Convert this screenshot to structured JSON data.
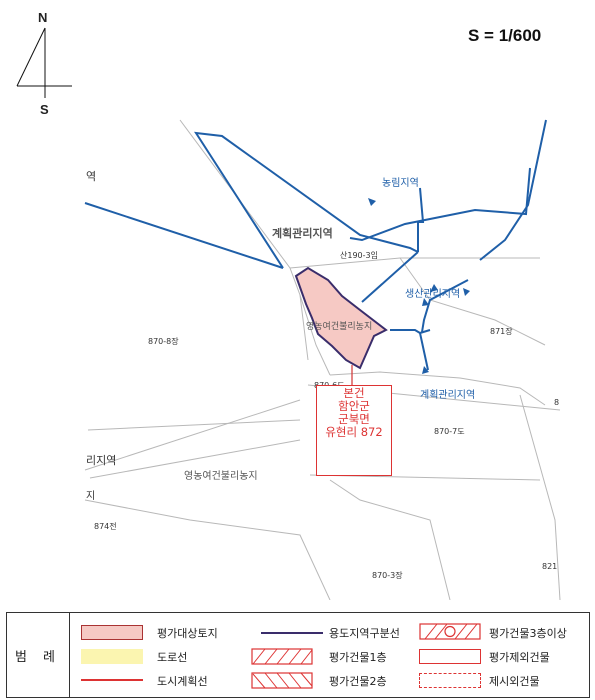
{
  "north_label": "N",
  "south_label": "S",
  "scale_text": "S  = 1/600",
  "zones": {
    "agri": "농림지역",
    "plan_upper": "계획관리지역",
    "prod": "생산관리지역",
    "plan_lower": "계획관리지역",
    "cut_top_left": "역",
    "cut_mid_left": "리지역"
  },
  "parcels": {
    "p1": "산190-3임",
    "p2": "870-8장",
    "p3": "871장",
    "p4": "870-6도",
    "p5": "870-7도",
    "p6": "874전",
    "p7": "870-3장",
    "p8": "821",
    "p9": "8",
    "farm1": "영농여건불리농지",
    "farm2": "영농여건불리농지",
    "cut_ji": "지"
  },
  "subject": {
    "line1": "본건",
    "line2": "함안군",
    "line3": "군북면",
    "line4": "유현리 872"
  },
  "colors": {
    "zone_line": "#1f5fa8",
    "subject_fill": "#f6c9c4",
    "subject_outline": "#3a2d6b",
    "road_yellow": "#fbf5b0",
    "marker_red": "#d33333"
  },
  "legend": {
    "title": "범  례",
    "items": [
      "평가대상토지",
      "용도지역구분선",
      "평가건물3층이상",
      "도로선",
      "평가건물1층",
      "평가제외건물",
      "도시계획선",
      "평가건물2층",
      "제시외건물"
    ]
  }
}
